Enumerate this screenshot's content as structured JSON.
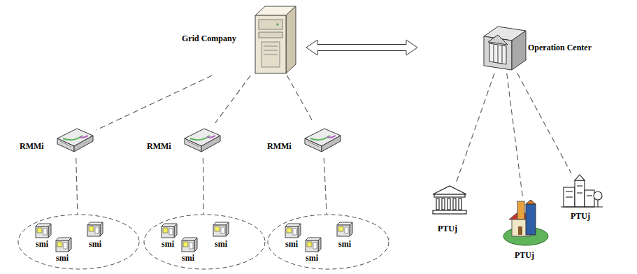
{
  "diagram": {
    "nodes": [
      {
        "text": [
          "Grid Company"
        ]
      },
      {
        "text": [
          "Operation Center"
        ]
      },
      {
        "text": [
          "RMMi"
        ]
      },
      {
        "text": [
          "RMMi"
        ]
      },
      {
        "text": [
          "RMMi"
        ]
      },
      {
        "text": [
          "smi",
          "smi",
          "smi"
        ]
      },
      {
        "text": [
          "smi",
          "smi",
          "smi"
        ]
      },
      {
        "text": [
          "smi",
          "smi",
          "smi"
        ]
      },
      {
        "text": [
          "PTUj"
        ]
      },
      {
        "text": [
          "PTUj"
        ]
      },
      {
        "text": [
          "PTUj"
        ]
      }
    ],
    "edges": [
      {
        "from": 0,
        "to": 2,
        "arrow": "none"
      },
      {
        "from": 0,
        "to": 3,
        "arrow": "none"
      },
      {
        "from": 0,
        "to": 4,
        "arrow": "none"
      },
      {
        "from": 2,
        "to": 5,
        "arrow": "none"
      },
      {
        "from": 3,
        "to": 6,
        "arrow": "none"
      },
      {
        "from": 4,
        "to": 7,
        "arrow": "none"
      },
      {
        "from": 0,
        "to": 1,
        "arrow": "both"
      },
      {
        "from": 1,
        "to": 8,
        "arrow": "none"
      },
      {
        "from": 1,
        "to": 9,
        "arrow": "none"
      },
      {
        "from": 1,
        "to": 10,
        "arrow": "none"
      }
    ]
  }
}
